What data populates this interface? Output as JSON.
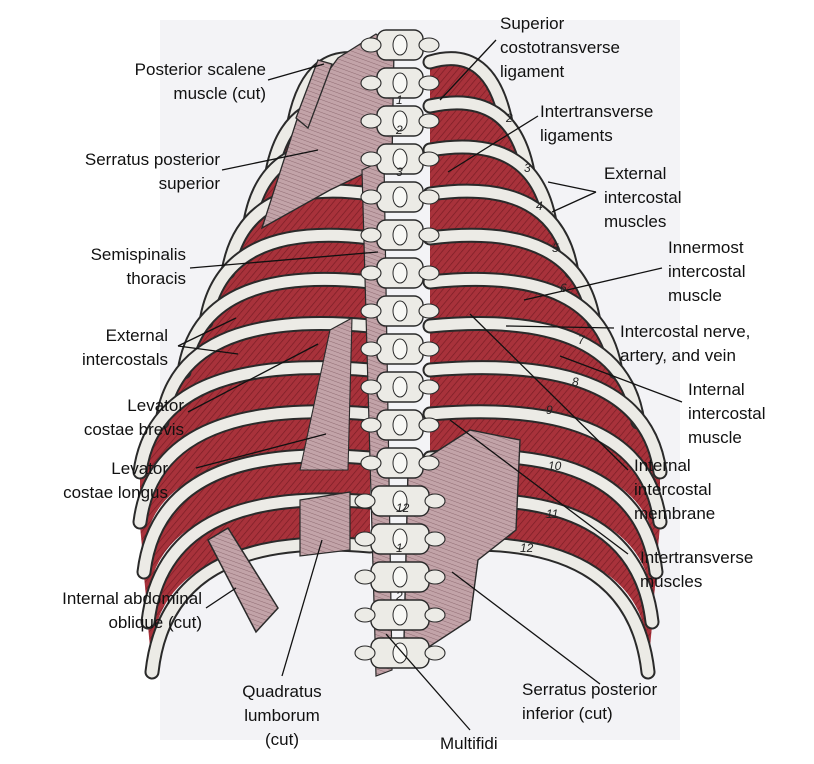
{
  "labels": {
    "posterior_scalene": [
      "Posterior scalene",
      "muscle (cut)"
    ],
    "serratus_posterior_superior": [
      "Serratus posterior",
      "superior"
    ],
    "semispinalis_thoracis": [
      "Semispinalis",
      "thoracis"
    ],
    "external_intercostals": [
      "External",
      "intercostals"
    ],
    "levator_costae_brevis": [
      "Levator",
      "costae brevis"
    ],
    "levator_costae_longus": [
      "Levator",
      "costae longus"
    ],
    "internal_abdominal_oblique": [
      "Internal abdominal",
      "oblique (cut)"
    ],
    "quadratus_lumborum": [
      "Quadratus",
      "lumborum",
      "(cut)"
    ],
    "multifidi": [
      "Multifidi"
    ],
    "serratus_posterior_inferior": [
      "Serratus posterior",
      "inferior (cut)"
    ],
    "intertransverse_muscles": [
      "Intertransverse",
      "muscles"
    ],
    "internal_intercostal_membrane": [
      "Internal",
      "intercostal",
      "membrane"
    ],
    "internal_intercostal_muscle": [
      "Internal",
      "intercostal",
      "muscle"
    ],
    "intercostal_nva": [
      "Intercostal nerve,",
      "artery, and vein"
    ],
    "innermost_intercostal": [
      "Innermost",
      "intercostal",
      "muscle"
    ],
    "external_intercostal_muscles": [
      "External",
      "intercostal",
      "muscles"
    ],
    "intertransverse_ligaments": [
      "Intertransverse",
      "ligaments"
    ],
    "superior_costotransverse": [
      "Superior",
      "costotransverse",
      "ligament"
    ]
  },
  "rib_numbers": [
    "2",
    "3",
    "4",
    "5",
    "6",
    "7",
    "8",
    "9",
    "10",
    "11",
    "12"
  ],
  "thoracic_vertebra_numbers": [
    "1",
    "2",
    "3",
    "12"
  ],
  "lumbar_vertebra_numbers": [
    "1",
    "2"
  ],
  "colors": {
    "muscle_red": "#9e2a33",
    "muscle_pink": "#b8939a",
    "bone": "#ecebe6",
    "outline": "#2a2a2a"
  }
}
